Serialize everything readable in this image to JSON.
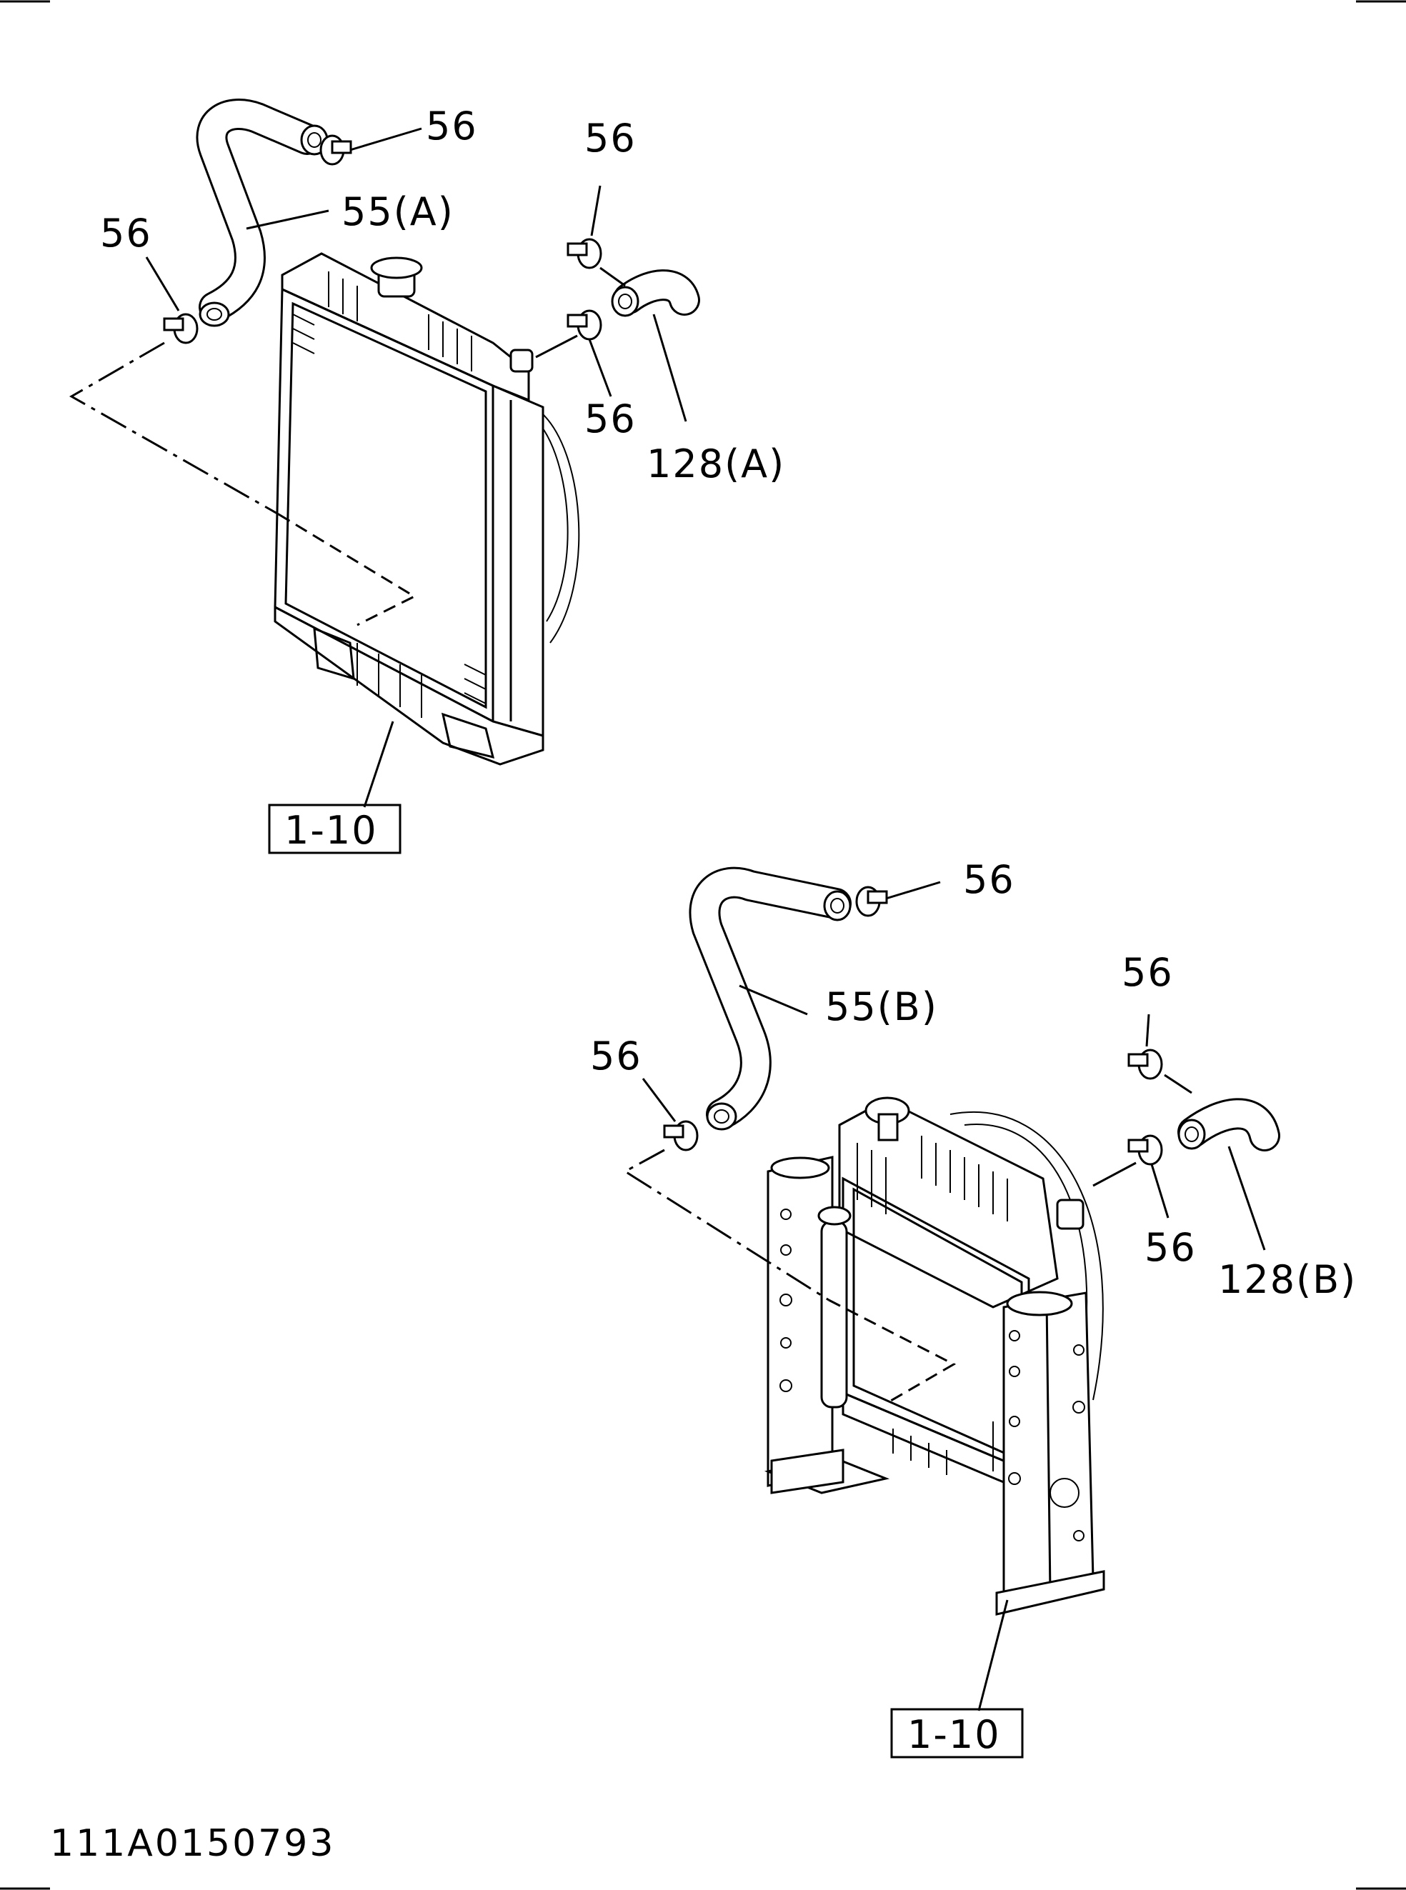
{
  "labels": {
    "a_clamp_top": "56",
    "a_hose": "55(A)",
    "a_clamp_left": "56",
    "a_clamp_right_top": "56",
    "a_clamp_right_bottom": "56",
    "a_hose_right": "128(A)",
    "a_ref": "1-10",
    "b_clamp_top": "56",
    "b_hose": "55(B)",
    "b_clamp_left": "56",
    "b_clamp_right_top": "56",
    "b_clamp_right_bottom": "56",
    "b_hose_right": "128(B)",
    "b_ref": "1-10"
  },
  "drawing_code": "111A0150793"
}
